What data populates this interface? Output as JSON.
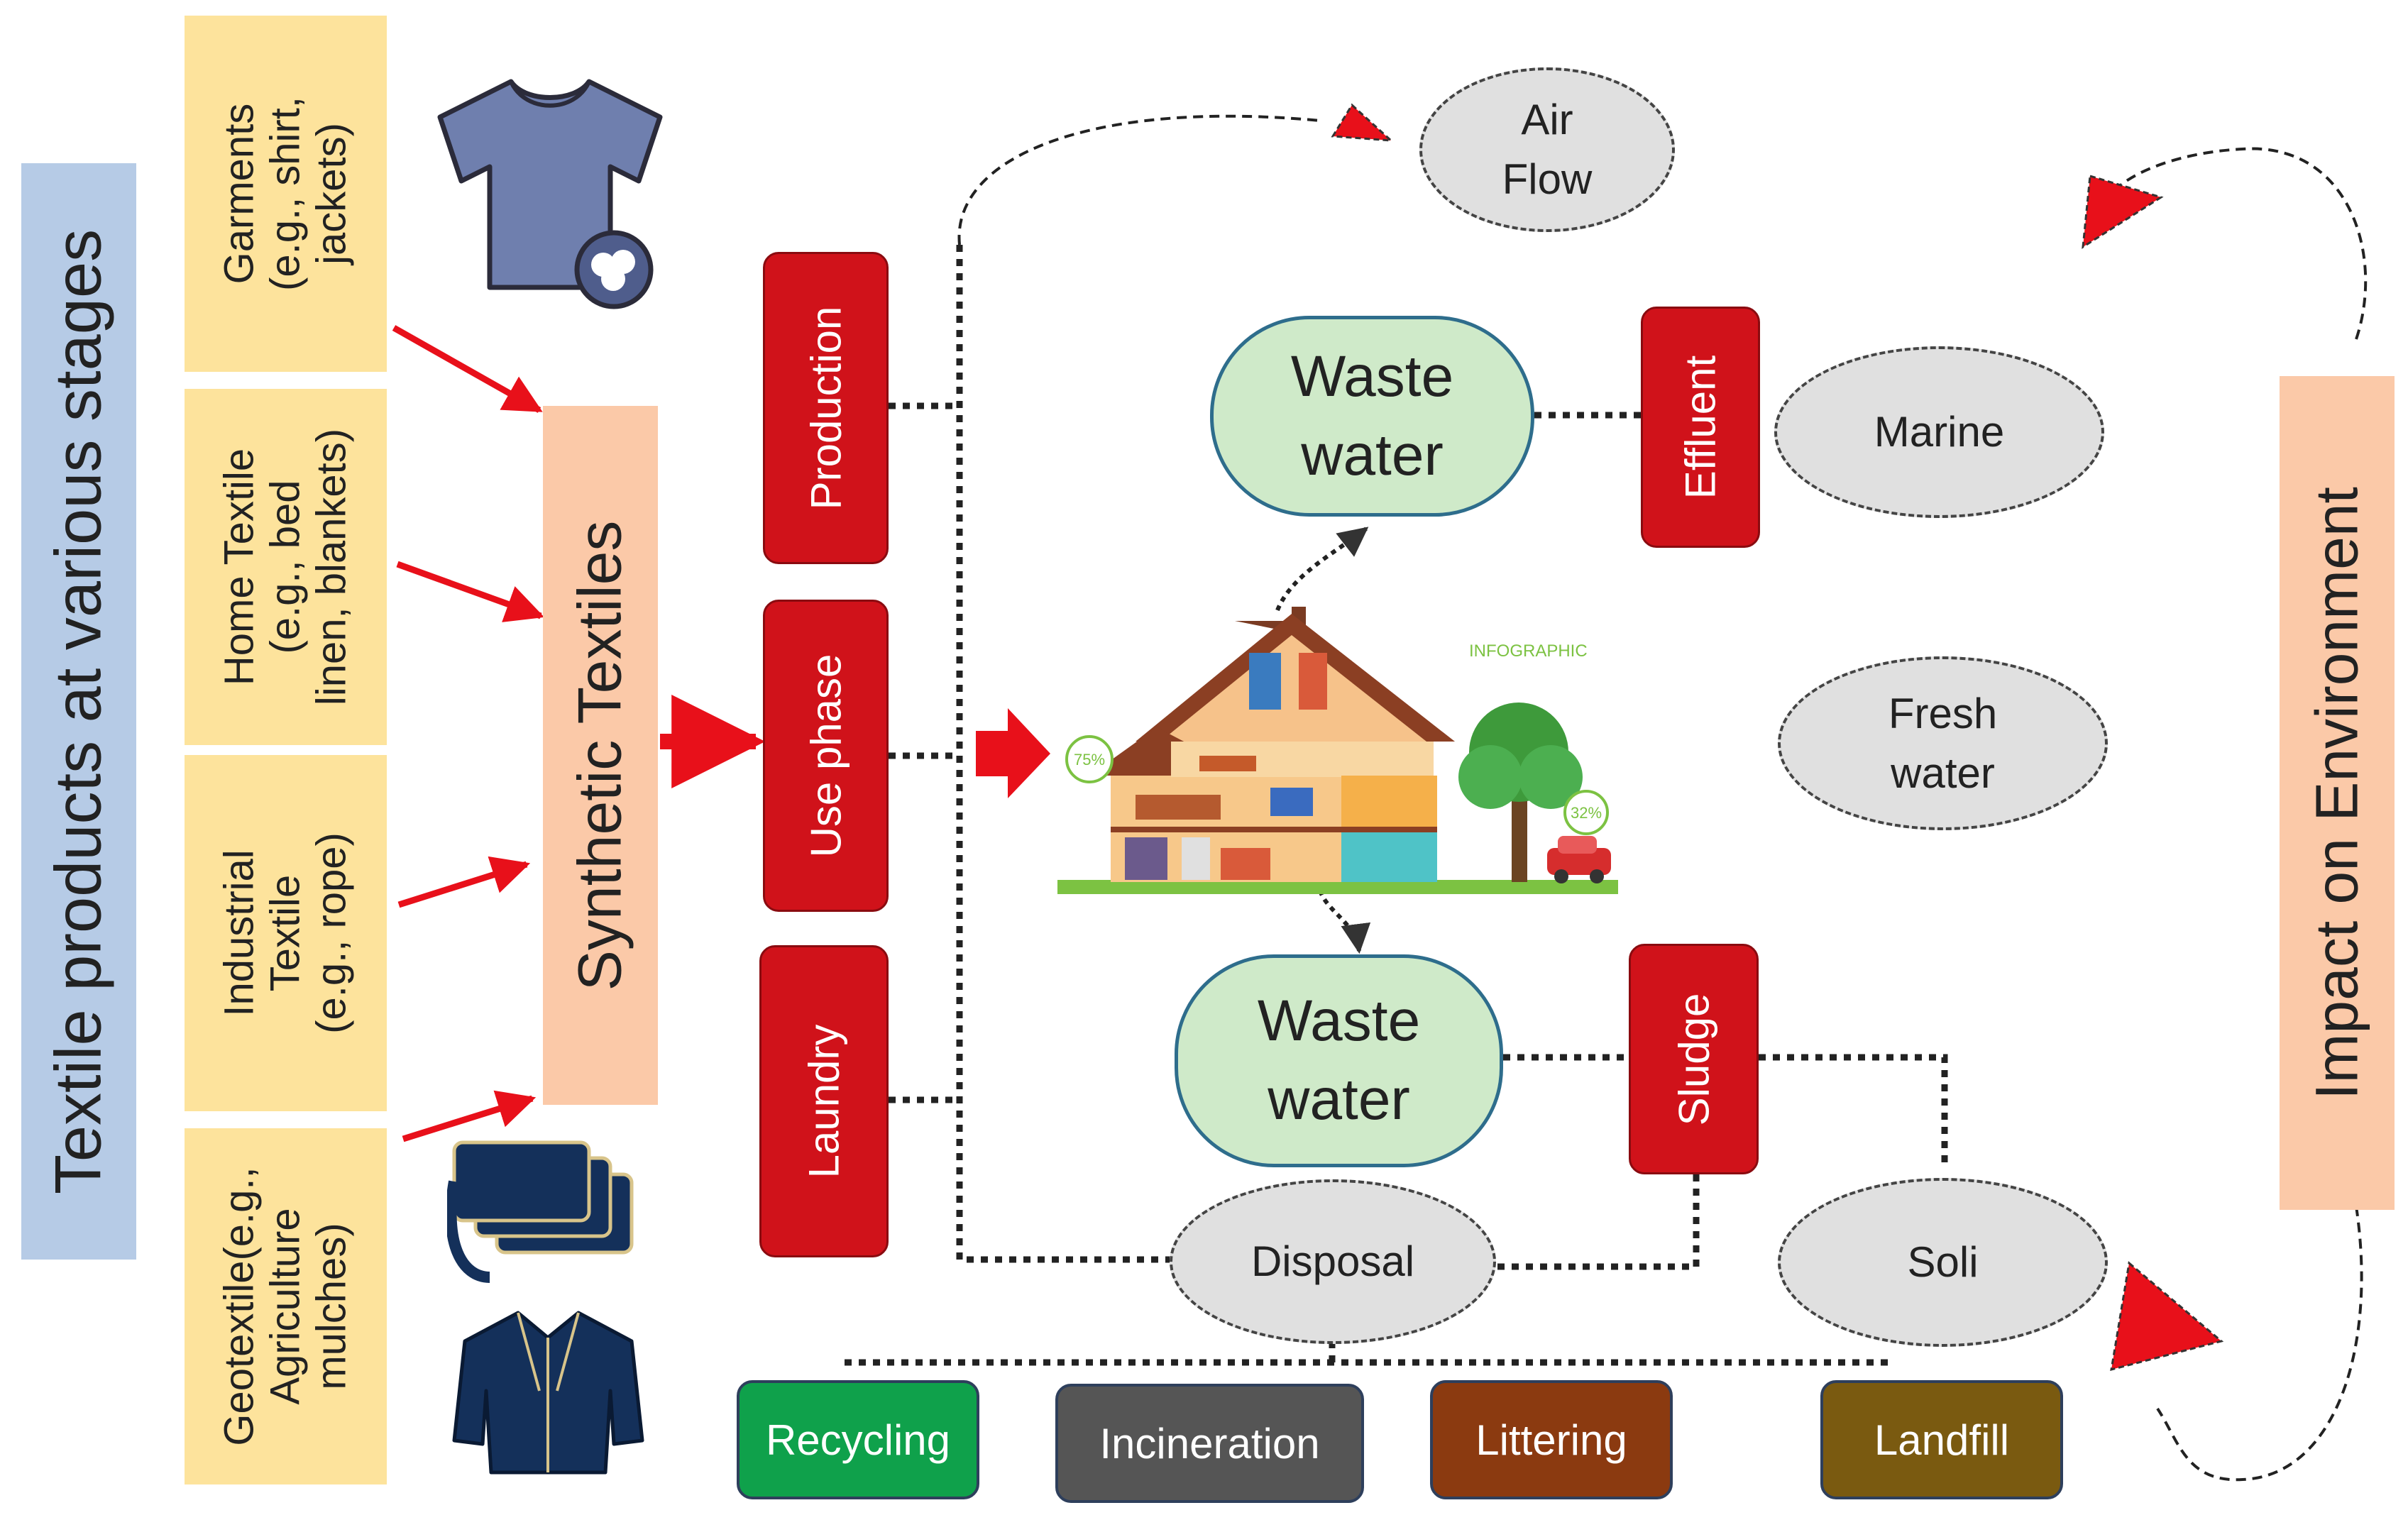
{
  "title": "Textile products at various stages",
  "categories": [
    {
      "label": "Garments\n(e.g., shirt,\njackets)"
    },
    {
      "label": "Home Textile\n(e.g., bed\nlinen, blankets)"
    },
    {
      "label": "Industrial\nTextile\n(e.g., rope)"
    },
    {
      "label": "Geotextile(e.g.,\nAgriculture\nmulches)"
    }
  ],
  "synthetic_label": "Synthetic Textiles",
  "stages": [
    "Production",
    "Use phase",
    "Laundry"
  ],
  "waste_water_top": "Waste\nwater",
  "waste_water_bottom": "Waste\nwater",
  "effluent": "Effluent",
  "sludge": "Sludge",
  "environments": {
    "air": "Air\nFlow",
    "marine": "Marine",
    "fresh": "Fresh\nwater",
    "soil": "Soli",
    "disposal": "Disposal"
  },
  "house": {
    "header": "INFOGRAPHIC",
    "pct_left": "75%",
    "pct_right": "32%"
  },
  "methods": [
    {
      "label": "Recycling",
      "color": "#0fa14b"
    },
    {
      "label": "Incineration",
      "color": "#555555"
    },
    {
      "label": "Littering",
      "color": "#8b3a10"
    },
    {
      "label": "Landfill",
      "color": "#7a5a10"
    }
  ],
  "impact_label": "Impact on Environment",
  "colors": {
    "red_box": "#d0121a",
    "yellow_box": "#fde39c",
    "peach_box": "#fbc9a8",
    "blue_box": "#b6cbe6",
    "green_oval": "#cfeac9",
    "grey_ellipse": "#e0e0e0",
    "arrow_red": "#e8101a",
    "navy": "#14305a"
  },
  "icons": [
    "tshirt-icon",
    "cotton-badge-icon",
    "folded-blanket-icon",
    "jacket-icon",
    "house-illustration",
    "tree-icon",
    "car-icon"
  ]
}
